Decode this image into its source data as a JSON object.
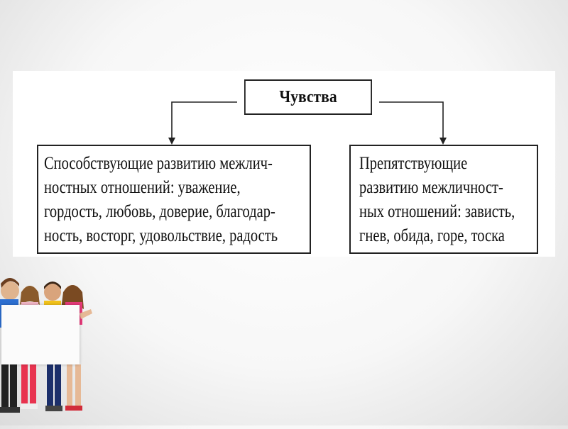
{
  "diagram": {
    "root": "Чувства",
    "left_box": {
      "lines": [
        "Способствующие развитию межлич-",
        "ностных отношений: уважение,",
        "гордость, любовь, доверие, благодар-",
        "ность, восторг, удовольствие, радость"
      ]
    },
    "right_box": {
      "lines": [
        "Препятствующие",
        "развитию межличност-",
        "ных отношений: зависть,",
        "гнев, обида, горе, тоска"
      ]
    }
  },
  "decoration": {
    "illustration": "children-holding-sign-icon"
  }
}
